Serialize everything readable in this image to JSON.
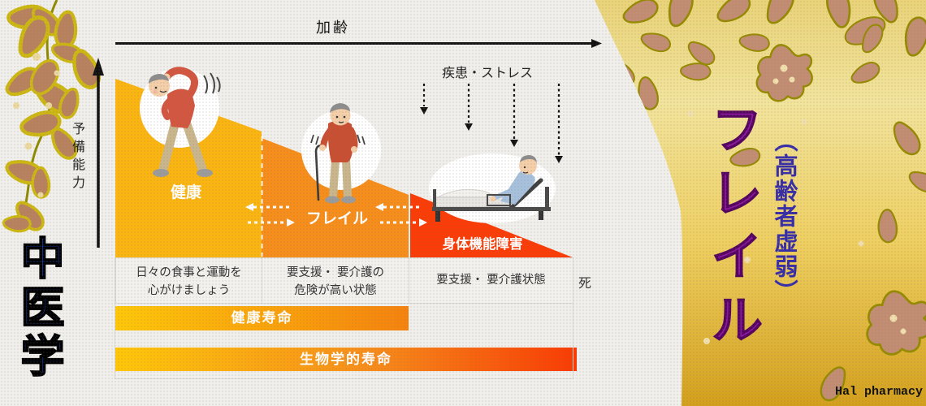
{
  "canvas": {
    "bg": "#f0efec"
  },
  "axes": {
    "x_label": "加齢",
    "y_label": "予備能力"
  },
  "stress": {
    "label": "疾患・ストレス"
  },
  "stages": {
    "healthy": {
      "label": "健康",
      "color": "#fbb511"
    },
    "frailty": {
      "label": "フレイル",
      "color": "#f78d1a"
    },
    "disability": {
      "label": "身体機能障害",
      "color": "#fb3c07"
    }
  },
  "notes": {
    "healthy_lines": [
      "日々の食事と運動を",
      "心がけましょう"
    ],
    "frailty_lines": [
      "要支援・ 要介護の",
      "危険が高い状態"
    ],
    "disability_line": "要支援・ 要介護状態",
    "death": "死"
  },
  "bars": {
    "healthy_lifespan": "健康寿命",
    "biological_lifespan": "生物学的寿命"
  },
  "branding": {
    "left_vertical": "中医学",
    "right_title": "フレイル",
    "right_subtitle": "（高齢者虚弱）",
    "credit": "Hal pharmacy"
  },
  "palette": {
    "bar_gradient_start": "#ffc708",
    "bar_gradient_mid": "#f78d1a",
    "bar_gradient_end": "#fa3a02",
    "gold_panel_light": "#f2e49c",
    "gold_panel_deep": "#d4a01c",
    "title_purple": "#8d17a0",
    "subtitle_indigo": "#372da8",
    "chinese_medicine_blue": "#1d57ee"
  }
}
